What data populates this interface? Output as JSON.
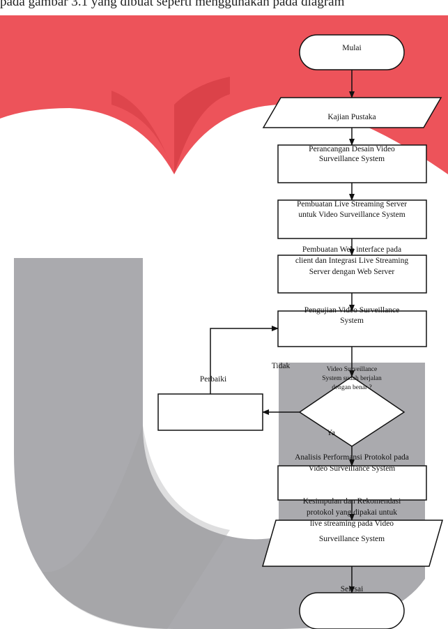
{
  "page_header_text": "pada gambar 3.1 yang dibuat seperti menggunakan pada diagram",
  "flowchart": {
    "start": "Mulai",
    "step_literature": "Kajian Pustaka",
    "step_design": [
      "Perancangan Desain Video",
      "Surveillance System"
    ],
    "step_streaming_server": [
      "Pembuatan Live Streaming Server",
      "untuk Video Surveillance System"
    ],
    "step_web_interface": [
      "Pembuatan Web interface pada",
      "client dan Integrasi Live Streaming",
      "Server dengan Web Server"
    ],
    "step_testing": [
      "Pengujian Video Surveillance",
      "System"
    ],
    "decision": [
      "Video Surveillance",
      "System sudah berjalan",
      "dengan benar ?"
    ],
    "decision_no": "Tidak",
    "decision_yes": "Ya",
    "fix_label": "Perbaiki",
    "step_analysis": [
      "Analisis Performansi Protokol pada",
      "Video Surveillance System"
    ],
    "step_conclusion": [
      "Kesimpulan dan Rekomendasi",
      "protokol yang dipakai untuk",
      "live streaming  pada Video",
      "Surveillance System"
    ],
    "end": "Selesai"
  },
  "colors": {
    "watermark_red": "#ec4a52",
    "watermark_red_dark": "#c8262e",
    "watermark_gray": "#a6a6aa",
    "line": "#111111"
  }
}
